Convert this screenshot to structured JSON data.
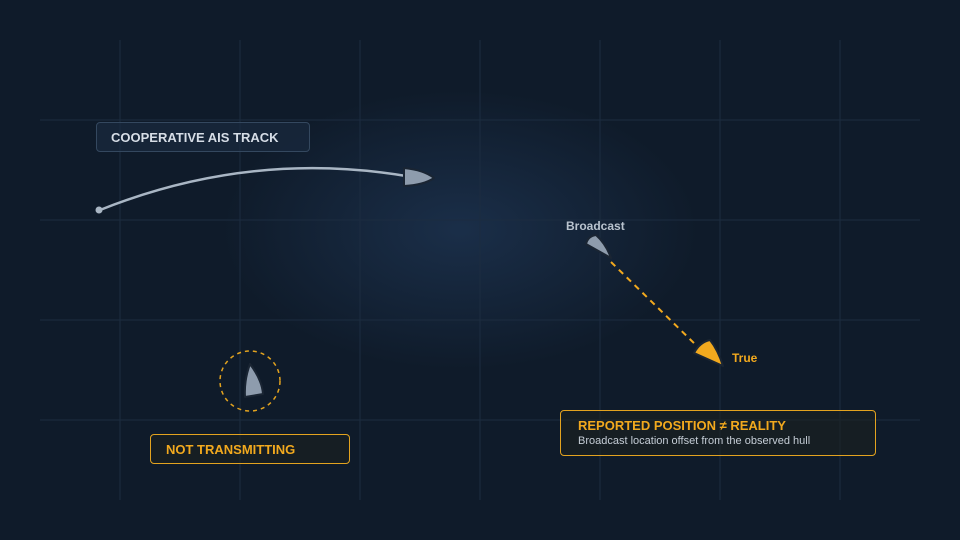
{
  "labels": {
    "ais_track": "COOPERATIVE AIS TRACK",
    "not_transmitting": "NOT TRANSMITTING",
    "spoof_title": "REPORTED POSITION ≠ REALITY",
    "spoof_subtitle": "Broadcast location offset from the observed hull",
    "broadcast": "Broadcast",
    "true": "True"
  },
  "colors": {
    "background": "#0f1b2a",
    "grid": "#1c2c40",
    "track": "#a9b6c4",
    "vessel_neutral": "#8e9cad",
    "accent_orange": "#f2a91e"
  },
  "icons": {
    "vessel": "ship-icon",
    "track_origin": "dot-icon"
  }
}
